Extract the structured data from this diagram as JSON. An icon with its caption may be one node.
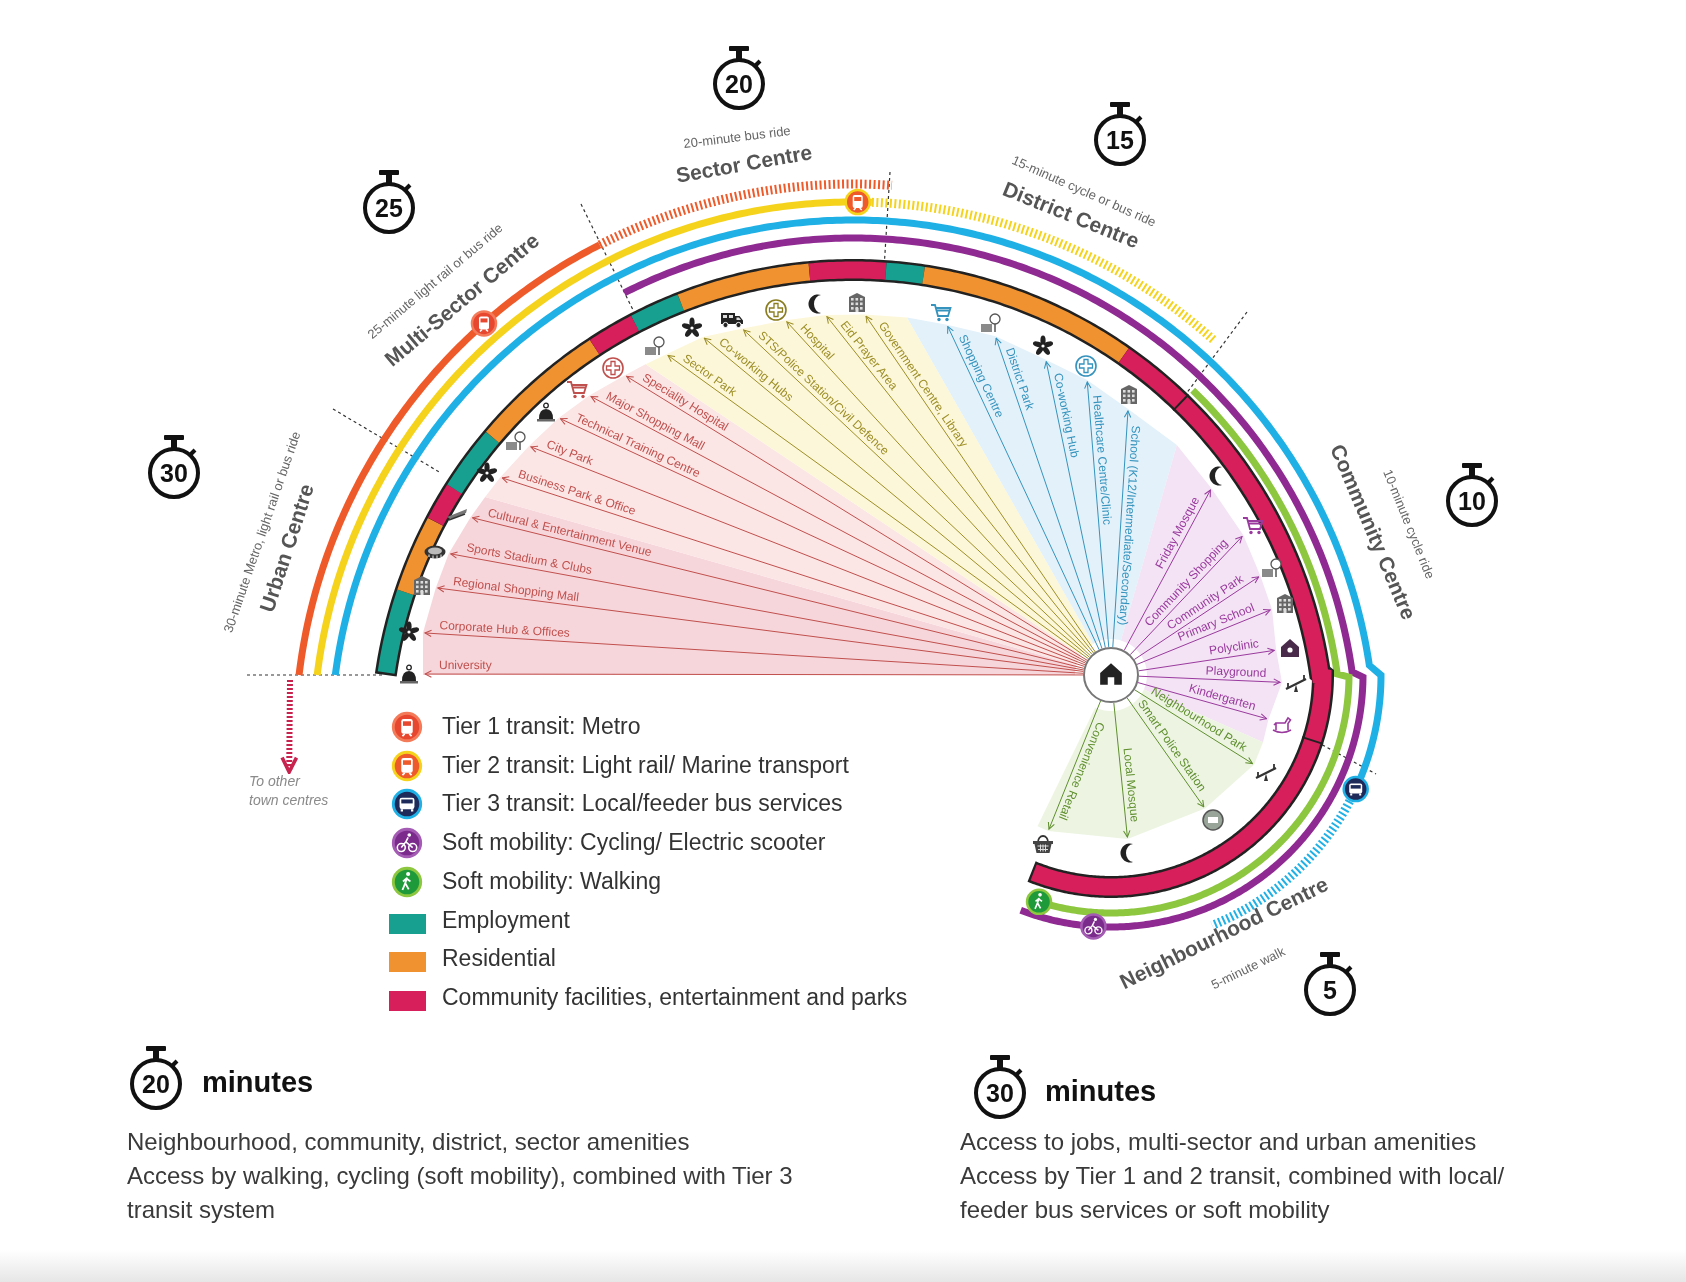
{
  "diagram": {
    "nodes": [
      {
        "text": [
          "20"
        ]
      },
      {
        "text": [
          "15"
        ]
      },
      {
        "text": [
          "25"
        ]
      },
      {
        "text": [
          "30"
        ]
      },
      {
        "text": [
          "10"
        ]
      },
      {
        "text": [],
        "shape": "circle"
      },
      {
        "text": [],
        "shape": "picture"
      },
      {
        "text": [],
        "shape": "picture"
      },
      {
        "text": [],
        "shape": "picture"
      },
      {
        "text": [],
        "shape": "picture"
      },
      {
        "text": [],
        "shape": "picture"
      },
      {
        "text": [],
        "shape": "picture"
      },
      {
        "text": [],
        "shape": "picture"
      },
      {
        "text": [],
        "shape": "picture"
      },
      {
        "text": [],
        "shape": "picture"
      },
      {
        "text": [],
        "shape": "picture"
      },
      {
        "text": [],
        "shape": "picture"
      },
      {
        "text": [],
        "shape": "picture"
      },
      {
        "text": [],
        "shape": "picture"
      },
      {
        "text": [],
        "shape": "picture"
      },
      {
        "text": [],
        "shape": "picture"
      },
      {
        "text": [],
        "shape": "picture"
      },
      {
        "text": [],
        "shape": "picture"
      },
      {
        "text": [],
        "shape": "picture"
      },
      {
        "text": [],
        "shape": "picture"
      },
      {
        "text": [],
        "shape": "picture"
      },
      {
        "text": [],
        "shape": "picture"
      },
      {
        "text": [],
        "shape": "picture"
      },
      {
        "text": [],
        "shape": "picture"
      },
      {
        "text": [],
        "shape": "picture"
      },
      {
        "text": [],
        "shape": "picture"
      },
      {
        "text": [],
        "shape": "picture"
      },
      {
        "text": [],
        "shape": "picture"
      },
      {
        "text": [],
        "shape": "picture"
      },
      {
        "text": [],
        "shape": "picture"
      },
      {
        "text": [],
        "shape": "picture"
      },
      {
        "text": [],
        "shape": "picture"
      },
      {
        "text": [],
        "shape": "picture"
      },
      {
        "text": [
          "5"
        ]
      },
      {
        "text": [
          "To other town centres"
        ]
      },
      {
        "text": [
          "20"
        ],
        "beside": [
          "minutes"
        ]
      },
      {
        "text": [
          "30"
        ],
        "beside": [
          "minutes"
        ]
      }
    ],
    "edges": [
      {
        "from": 5,
        "to": 6,
        "arrow": "to",
        "label": "University"
      },
      {
        "from": 5,
        "to": 7,
        "arrow": "to",
        "label": "Corporate Hub & Offices"
      },
      {
        "from": 5,
        "to": 8,
        "arrow": "to",
        "label": "Regional Shopping Mall"
      },
      {
        "from": 5,
        "to": 9,
        "arrow": "to",
        "label": "Sports Stadium & Clubs"
      },
      {
        "from": 5,
        "to": 10,
        "arrow": "to",
        "label": "Cultural & Entertainment Venue"
      },
      {
        "from": 5,
        "to": 11,
        "arrow": "to",
        "label": "Business Park & Office"
      },
      {
        "from": 5,
        "to": 12,
        "arrow": "to",
        "label": "City Park"
      },
      {
        "from": 5,
        "to": 13,
        "arrow": "to",
        "label": "Technical Training Centre"
      },
      {
        "from": 5,
        "to": 14,
        "arrow": "to",
        "label": "Major Shopping Mall"
      },
      {
        "from": 5,
        "to": 15,
        "arrow": "to",
        "label": "Speciality Hospital"
      },
      {
        "from": 5,
        "to": 16,
        "arrow": "to",
        "label": "Sector Park",
        "color": "#9c8e26"
      },
      {
        "from": 5,
        "to": 17,
        "arrow": "to",
        "label": "Co-working Hubs",
        "color": "#9c8e26"
      },
      {
        "from": 5,
        "to": 18,
        "arrow": "to",
        "label": "STS/Police Station/Civil Defence",
        "color": "#9c8e26"
      },
      {
        "from": 5,
        "to": 19,
        "arrow": "to",
        "label": "Hospital",
        "color": "#9c8e26"
      },
      {
        "from": 5,
        "to": 20,
        "arrow": "to",
        "label": "Eid Prayer Area",
        "color": "#9c8e26"
      },
      {
        "from": 5,
        "to": 21,
        "arrow": "to",
        "label": "Government Centre, Library",
        "color": "#9c8e26"
      },
      {
        "from": 5,
        "to": 22,
        "arrow": "to",
        "label": "Shopping Centre",
        "color": "#3593bd"
      },
      {
        "from": 5,
        "to": 23,
        "arrow": "to",
        "label": "District Park",
        "color": "#3593bd"
      },
      {
        "from": 5,
        "to": 24,
        "arrow": "to",
        "label": "Co-working Hub",
        "color": "#3593bd"
      },
      {
        "from": 5,
        "to": 25,
        "arrow": "to",
        "label": "Healthcare Centre/Clinic",
        "color": "#3593bd"
      },
      {
        "from": 5,
        "to": 26,
        "arrow": "to",
        "label": "School (K12/Intermediate/Secondary)",
        "color": "#3593bd"
      },
      {
        "from": 5,
        "to": 27,
        "arrow": "to",
        "label": "Friday Mosque",
        "color": "#9a3a9e"
      },
      {
        "from": 5,
        "to": 28,
        "arrow": "to",
        "label": "Community Shopping",
        "color": "#9a3a9e"
      },
      {
        "from": 5,
        "to": 29,
        "arrow": "to",
        "label": "Community Park",
        "color": "#9a3a9e"
      },
      {
        "from": 5,
        "to": 30,
        "arrow": "to",
        "label": "Primary School",
        "color": "#9a3a9e"
      },
      {
        "from": 5,
        "to": 31,
        "arrow": "to",
        "label": "Polyclinic",
        "color": "#9a3a9e"
      },
      {
        "from": 5,
        "to": 32,
        "arrow": "to",
        "label": "Playground",
        "color": "#9a3a9e"
      },
      {
        "from": 5,
        "to": 33,
        "arrow": "to",
        "label": "Kindergarten",
        "color": "#9a3a9e"
      },
      {
        "from": 5,
        "to": 34,
        "arrow": "to",
        "label": "Neighbourhood Park",
        "color": "#5f8f2e"
      },
      {
        "from": 5,
        "to": 35,
        "arrow": "to",
        "label": "Smart Police Station",
        "color": "#5f8f2e"
      },
      {
        "from": 5,
        "to": 36,
        "arrow": "to",
        "label": "Local Mosque",
        "color": "#5f8f2e"
      },
      {
        "from": 5,
        "to": 37,
        "arrow": "to",
        "label": "Convenience Retail",
        "color": "#5f8f2e"
      },
      {
        "from": null,
        "to": 39,
        "arrow": "to",
        "style": "dashed",
        "color": "#c8234f"
      }
    ],
    "labels": [
      "20-minute bus ride",
      "Sector Centre",
      "25-minute light rail or bus ride",
      "Multi-Sector Centre",
      "15-minute cycle or bus ride",
      "District Centre",
      "30-minute Metro, light rail or bus ride",
      "Urban Centre",
      "10-minute cycle ride",
      "Community Centre",
      "Neighbourhood Centre",
      "5-minute walk",
      "Neighbourhood, community, district, sector amenities",
      "Access by walking, cycling (soft mobility), combined with Tier 3 transit system",
      "Access to jobs, multi-sector and urban amenities",
      "Access by Tier 1 and 2 transit, combined with local/ feeder bus services or soft mobility"
    ],
    "legend": [
      {
        "text": "Tier 1 transit: Metro"
      },
      {
        "text": "Tier 2 transit: Light rail/ Marine transport"
      },
      {
        "text": "Tier 3 transit: Local/feeder bus services"
      },
      {
        "text": "Soft mobility: Cycling/ Electric scooter"
      },
      {
        "text": "Soft mobility: Walking"
      },
      {
        "text": "Employment",
        "color": "#17a08f"
      },
      {
        "text": "Residential",
        "color": "#f0922f"
      },
      {
        "text": "Community facilities, entertainment and parks",
        "color": "#d61f5b"
      }
    ]
  }
}
